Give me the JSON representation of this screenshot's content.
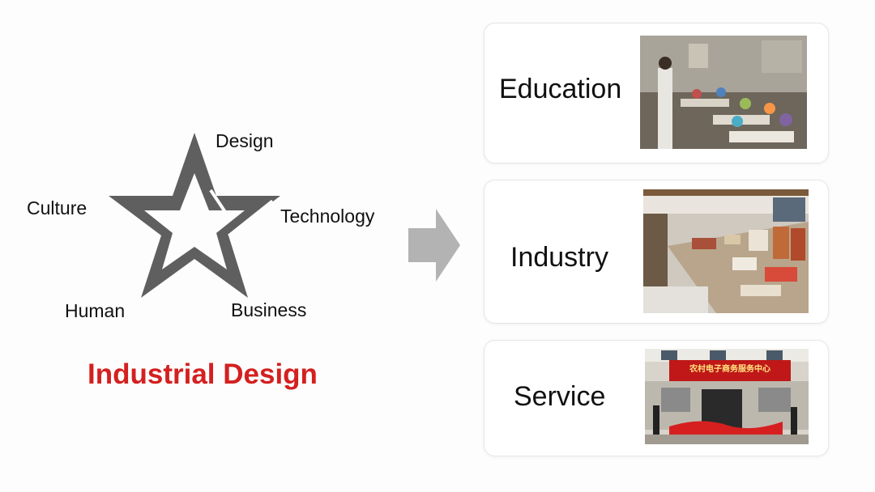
{
  "star": {
    "labels": {
      "design": "Design",
      "culture": "Culture",
      "technology": "Technology",
      "human": "Human",
      "business": "Business"
    },
    "title": "Industrial Design",
    "title_color": "#d42020",
    "star_color": "#5f5f5f"
  },
  "arrow": {
    "color": "#b3b3b3"
  },
  "cards": [
    {
      "label": "Education",
      "photo": "classroom-photo"
    },
    {
      "label": "Industry",
      "photo": "product-display-photo"
    },
    {
      "label": "Service",
      "photo": "service-center-photo",
      "sign_text": "农村电子商务服务中心"
    }
  ]
}
